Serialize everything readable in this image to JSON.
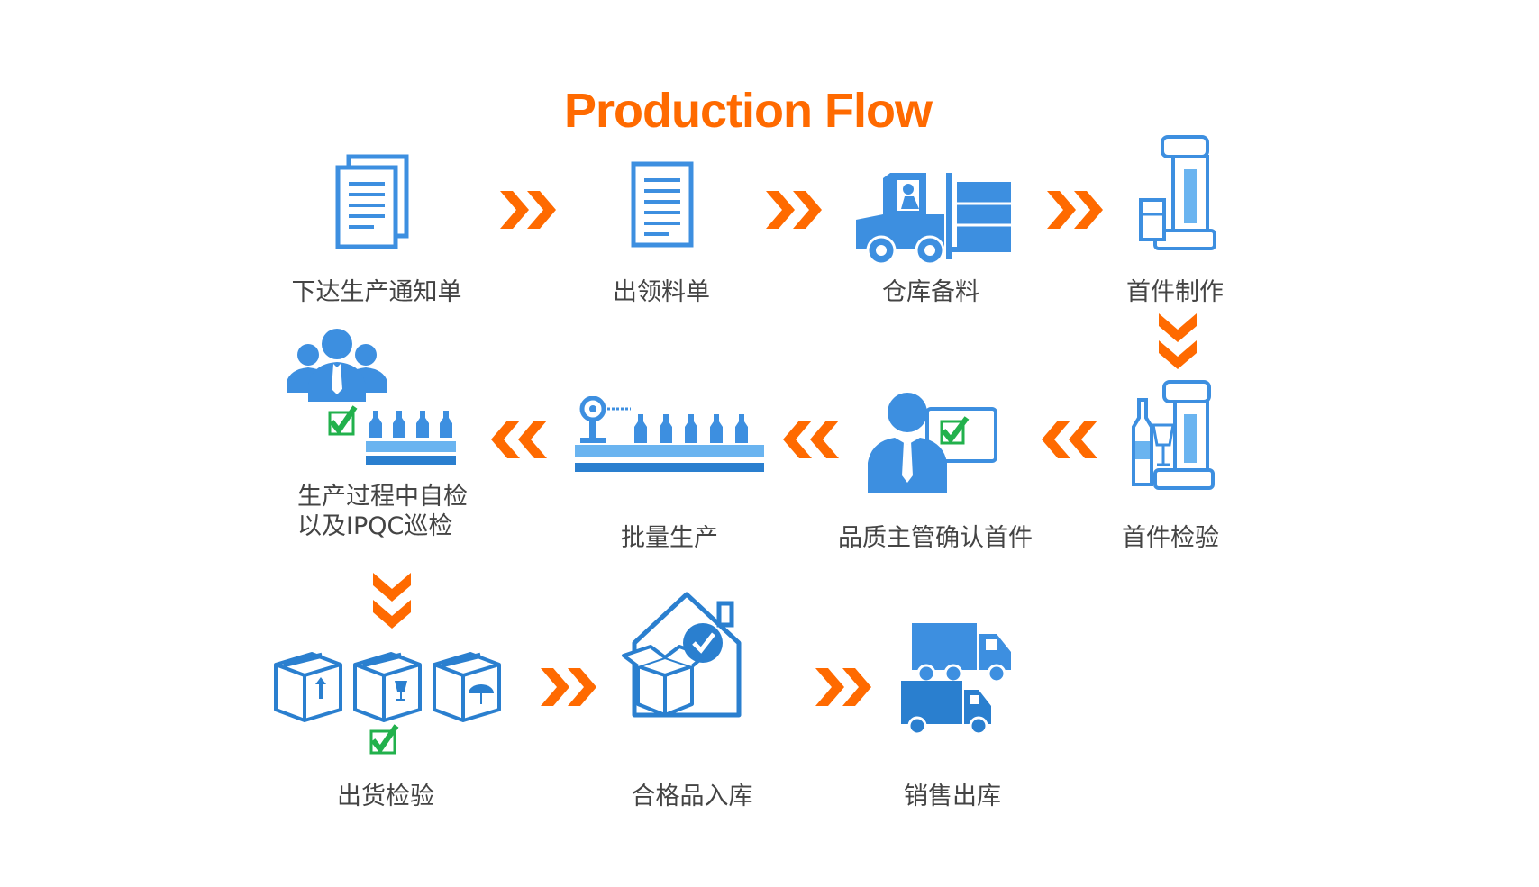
{
  "title": "Production Flow",
  "colors": {
    "accent": "#ff6a00",
    "icon_blue": "#3d8fe0",
    "icon_light": "#6ab4f0",
    "check_green": "#22b14c",
    "text": "#444444"
  },
  "steps": [
    {
      "label": "下达生产通知单",
      "icon": "documents-icon"
    },
    {
      "label": "出领料单",
      "icon": "document-icon"
    },
    {
      "label": "仓库备料",
      "icon": "forklift-icon"
    },
    {
      "label": "首件制作",
      "icon": "machine-icon"
    },
    {
      "label": "首件检验",
      "icon": "machine-inspection-icon"
    },
    {
      "label": "品质主管确认首件",
      "icon": "supervisor-check-icon"
    },
    {
      "label": "批量生产",
      "icon": "production-line-icon"
    },
    {
      "label_line1": "生产过程中自检",
      "label_line2": "以及IPQC巡检",
      "icon": "team-inspection-icon"
    },
    {
      "label": "出货检验",
      "icon": "boxes-check-icon"
    },
    {
      "label": "合格品入库",
      "icon": "warehouse-check-icon"
    },
    {
      "label": "销售出库",
      "icon": "trucks-icon"
    }
  ]
}
